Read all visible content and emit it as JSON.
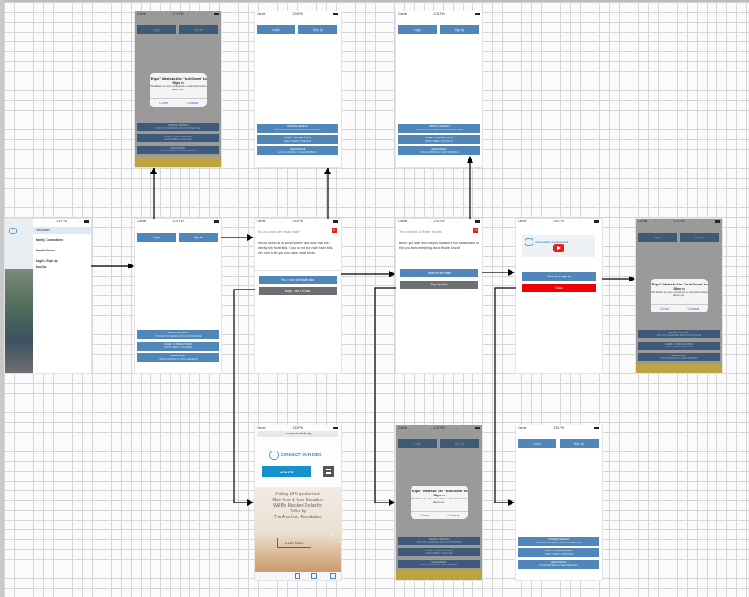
{
  "status": {
    "carrier": "Carrier",
    "time_a": "2:26 PM",
    "time_b": "2:24 PM",
    "time_c": "2:32 PM",
    "time_d": "2:30 PM",
    "time_e": "2:40 PM"
  },
  "auth": {
    "login": "Login",
    "signup": "Sign Up"
  },
  "menu": [
    {
      "title": "PEOPLE SEARCH",
      "sub": "FIND LOST OR MISSING KIDS IN FOSTER CARE"
    },
    {
      "title": "FAMILY CONNECTIONS",
      "sub": "FAMILY TREES / CASE FILES"
    },
    {
      "title": "RESOURCES",
      "sub": "LINKS & MATERIALS / SEND FEEDBACK"
    }
  ],
  "alert": {
    "title": "\"Expo\" Wants to Use \"auth0.com\" to Sign In",
    "message": "This allows the app and website to share information about you.",
    "cancel": "Cancel",
    "continue": "Continue"
  },
  "sidebar": {
    "items": [
      "Get Started",
      "Family Connections",
      "People Search",
      "Log In / Sign Up",
      "Log Out"
    ]
  },
  "who": {
    "question": "Do you work with foster kids?",
    "body": "People Search is for social workers and those that work directly with foster kids. If you do not work with foster kids, we'd love to tell you more about what we do.",
    "yes": "Yes, I work with foster kids",
    "no": "Nope, I don't do that"
  },
  "video": {
    "heading": "Two minutes to Better results",
    "body": "Before you start, we'd like you to watch a two minute video so that you know everything about People Search!",
    "watch": "Show me the video",
    "skip": "Skip the video",
    "yt_title": "CONNECT OUR KIDS",
    "continue": "Take me to sign up",
    "close": "Close"
  },
  "web": {
    "url": "connectourkids.org",
    "logo": "CONNECT OUR KIDS",
    "donate": "DONATE",
    "hero": [
      "Calling All Superheroes!",
      "Give Now & Your Donation",
      "Will Be Matched Dollar for",
      "Dollar by",
      "The Anschutz Foundation"
    ],
    "cta": "Learn More"
  },
  "close_x": "x"
}
